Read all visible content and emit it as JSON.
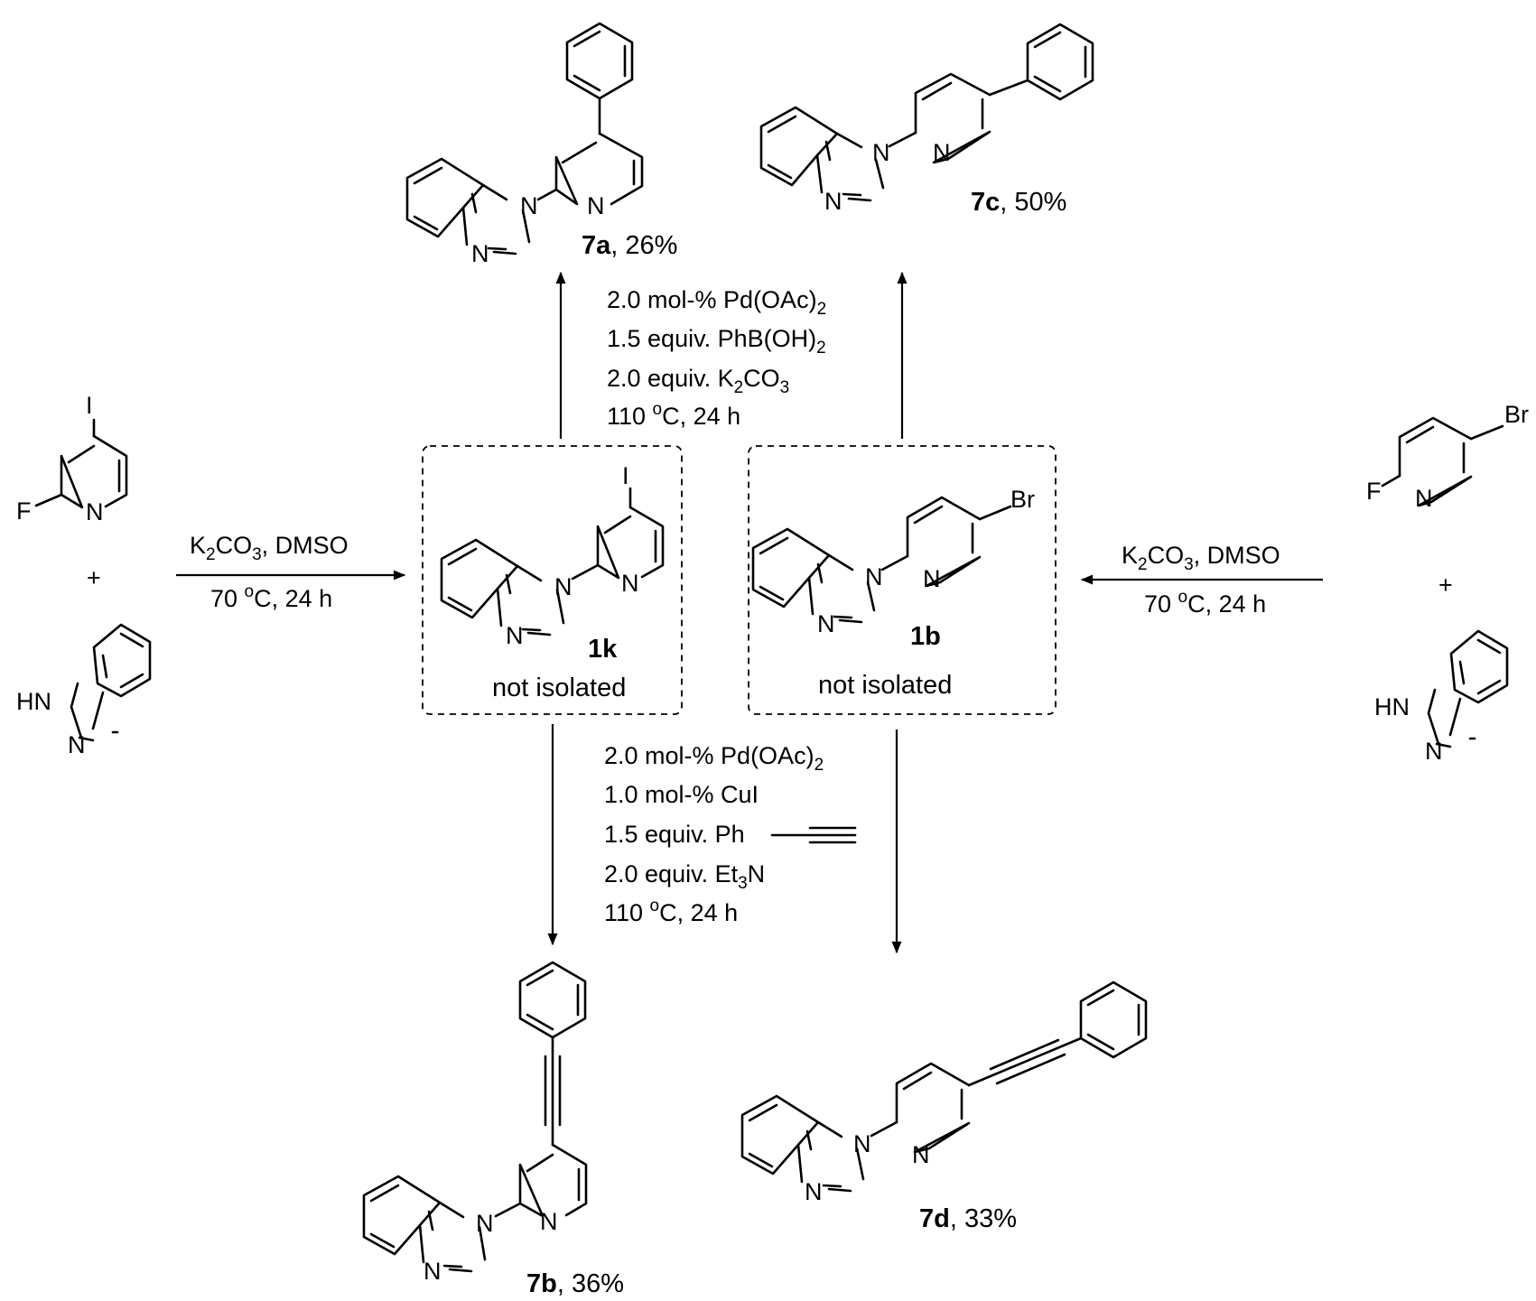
{
  "compounds": {
    "c7a": {
      "id": "7a",
      "yield": ", 26%"
    },
    "c7c": {
      "id": "7c",
      "yield": ", 50%"
    },
    "c7b": {
      "id": "7b",
      "yield": ", 36%"
    },
    "c7d": {
      "id": "7d",
      "yield": ", 33%"
    },
    "c1k": {
      "id": "1k",
      "note": "not isolated"
    },
    "c1b": {
      "id": "1b",
      "note": "not isolated"
    }
  },
  "atoms": {
    "N": "N",
    "HN": "HN",
    "F": "F",
    "I": "I",
    "Br": "Br",
    "plus": "+"
  },
  "conditions": {
    "left": {
      "line1": {
        "a": "K",
        "s": "2",
        "b": "CO",
        "s2": "3",
        "c": ", DMSO"
      },
      "line2": {
        "a": "70 ",
        "sup": "o",
        "b": "C, 24 h"
      }
    },
    "right": {
      "line1": {
        "a": "K",
        "s": "2",
        "b": "CO",
        "s2": "3",
        "c": ", DMSO"
      },
      "line2": {
        "a": "70 ",
        "sup": "o",
        "b": "C, 24 h"
      }
    },
    "suzuki": {
      "l1": {
        "a": "2.0 mol-% Pd(OAc)",
        "s": "2"
      },
      "l2": {
        "a": "1.5 equiv. PhB(OH)",
        "s": "2"
      },
      "l3": {
        "a": "2.0 equiv. K",
        "s": "2",
        "b": "CO",
        "s2": "3"
      },
      "l4": {
        "a": "110 ",
        "sup": "o",
        "b": "C, 24 h"
      }
    },
    "sonogashira": {
      "l1": {
        "a": "2.0 mol-% Pd(OAc)",
        "s": "2"
      },
      "l2": {
        "a": "1.0 mol-% CuI"
      },
      "l3": {
        "a": "1.5 equiv. Ph"
      },
      "l4": {
        "a": "2.0 equiv. Et",
        "s": "3",
        "b": "N"
      },
      "l5": {
        "a": "110 ",
        "sup": "o",
        "b": "C, 24 h"
      }
    }
  }
}
